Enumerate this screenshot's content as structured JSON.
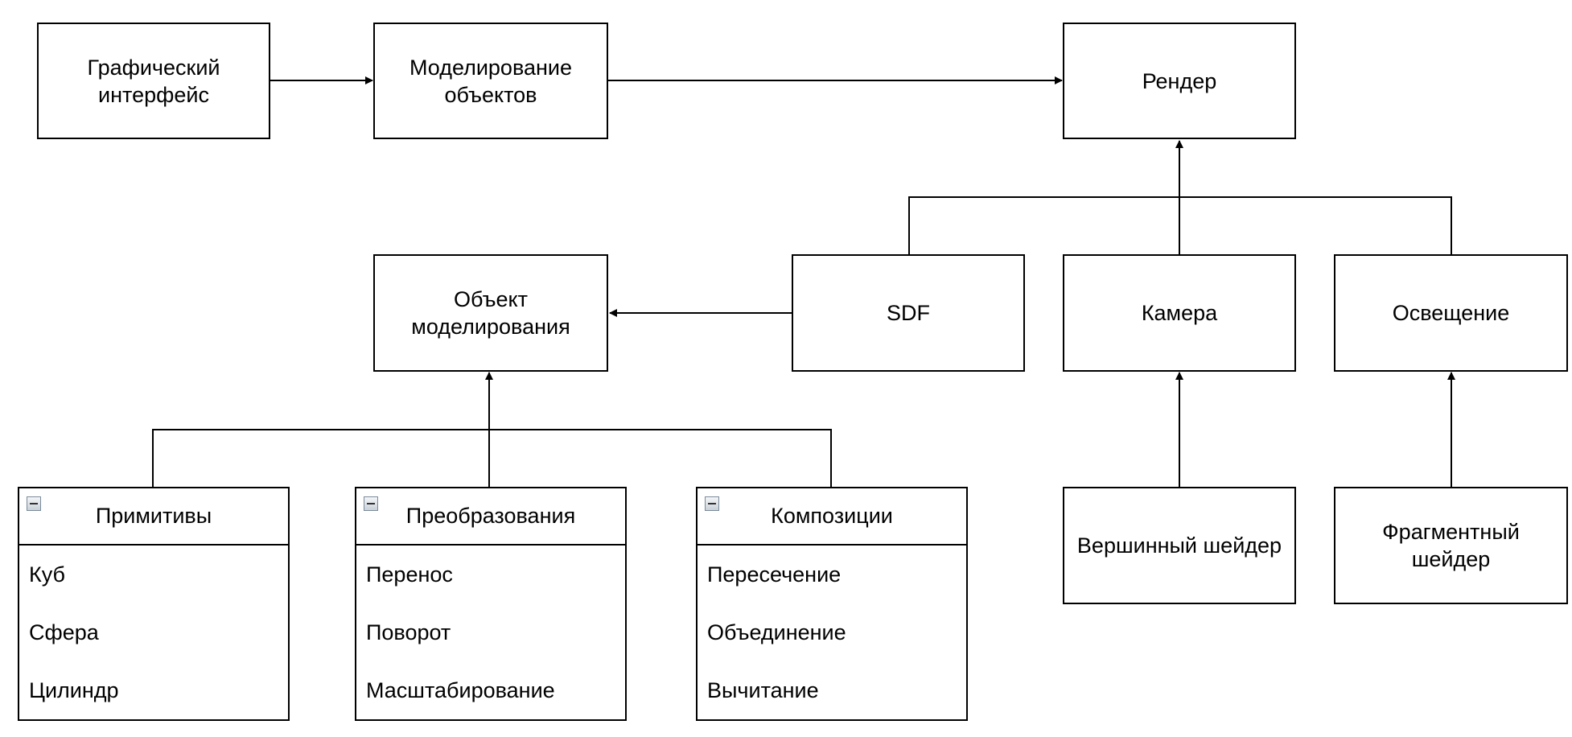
{
  "nodes": {
    "gui": "Графический интерфейс",
    "modeling": "Моделирование объектов",
    "render": "Рендер",
    "model_object": "Объект моделирования",
    "sdf": "SDF",
    "camera": "Камера",
    "lighting": "Освещение",
    "vertex_shader": "Вершинный шейдер",
    "fragment_shader": "Фрагментный шейдер"
  },
  "lists": {
    "primitives": {
      "title": "Примитивы",
      "items": [
        "Куб",
        "Сфера",
        "Цилиндр"
      ]
    },
    "transforms": {
      "title": "Преобразования",
      "items": [
        "Перенос",
        "Поворот",
        "Масштабирование"
      ]
    },
    "compositions": {
      "title": "Композиции",
      "items": [
        "Пересечение",
        "Объединение",
        "Вычитание"
      ]
    }
  },
  "colors": {
    "stroke": "#000000",
    "background": "#ffffff"
  }
}
